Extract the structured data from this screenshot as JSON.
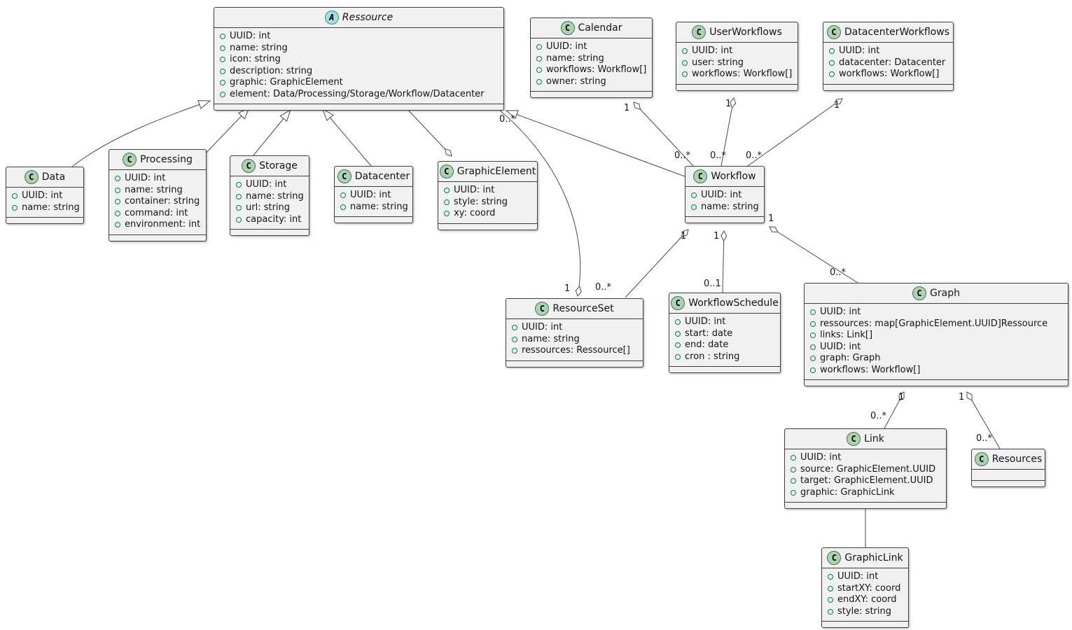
{
  "diagram": {
    "title": "UML class diagram",
    "icons": {
      "class_letter": "C",
      "abstract_letter": "A"
    },
    "colors": {
      "box_fill": "#F1F1F1",
      "class_icon_fill": "#ADD1B2",
      "abstract_icon_fill": "#A9DCDF",
      "field_bullet": "#038048",
      "line": "#4a4a4a"
    },
    "classes": [
      {
        "id": "ressource",
        "name": "Ressource",
        "kind": "abstract",
        "attributes": [
          "UUID: int",
          "name: string",
          "icon: string",
          "description: string",
          "graphic: GraphicElement",
          "element: Data/Processing/Storage/Workflow/Datacenter"
        ]
      },
      {
        "id": "data",
        "name": "Data",
        "kind": "class",
        "attributes": [
          "UUID: int",
          "name: string"
        ]
      },
      {
        "id": "processing",
        "name": "Processing",
        "kind": "class",
        "attributes": [
          "UUID: int",
          "name: string",
          "container: string",
          "command: int",
          "environment: int"
        ]
      },
      {
        "id": "storage",
        "name": "Storage",
        "kind": "class",
        "attributes": [
          "UUID: int",
          "name: string",
          "url: string",
          "capacity: int"
        ]
      },
      {
        "id": "datacenter",
        "name": "Datacenter",
        "kind": "class",
        "attributes": [
          "UUID: int",
          "name: string"
        ]
      },
      {
        "id": "graphicelement",
        "name": "GraphicElement",
        "kind": "class",
        "attributes": [
          "UUID: int",
          "style: string",
          "xy: coord"
        ]
      },
      {
        "id": "calendar",
        "name": "Calendar",
        "kind": "class",
        "attributes": [
          "UUID: int",
          "name: string",
          "workflows: Workflow[]",
          "owner: string"
        ]
      },
      {
        "id": "userworkflows",
        "name": "UserWorkflows",
        "kind": "class",
        "attributes": [
          "UUID: int",
          "user: string",
          "workflows: Workflow[]"
        ]
      },
      {
        "id": "datacenterworkflows",
        "name": "DatacenterWorkflows",
        "kind": "class",
        "attributes": [
          "UUID: int",
          "datacenter: Datacenter",
          "workflows: Workflow[]"
        ]
      },
      {
        "id": "workflow",
        "name": "Workflow",
        "kind": "class",
        "attributes": [
          "UUID: int",
          "name: string"
        ]
      },
      {
        "id": "resourceset",
        "name": "ResourceSet",
        "kind": "class",
        "attributes": [
          "UUID: int",
          "name: string",
          "ressources: Ressource[]"
        ]
      },
      {
        "id": "workflowschedule",
        "name": "WorkflowSchedule",
        "kind": "class",
        "attributes": [
          "UUID: int",
          "start: date",
          "end: date",
          "cron : string"
        ]
      },
      {
        "id": "graph",
        "name": "Graph",
        "kind": "class",
        "attributes": [
          "UUID: int",
          "ressources: map[GraphicElement.UUID]Ressource",
          "links: Link[]",
          "UUID: int",
          "graph: Graph",
          "workflows: Workflow[]"
        ]
      },
      {
        "id": "link",
        "name": "Link",
        "kind": "class",
        "attributes": [
          "UUID: int",
          "source: GraphicElement.UUID",
          "target: GraphicElement.UUID",
          "graphic: GraphicLink"
        ]
      },
      {
        "id": "resources",
        "name": "Resources",
        "kind": "class",
        "attributes": []
      },
      {
        "id": "graphiclink",
        "name": "GraphicLink",
        "kind": "class",
        "attributes": [
          "UUID: int",
          "startXY: coord",
          "endXY: coord",
          "style: string"
        ]
      }
    ],
    "edge_labels": {
      "ressource_resourceset": {
        "source": "0..*",
        "target": "1"
      },
      "calendar_workflow": {
        "source": "1",
        "target": "0..*"
      },
      "userworkflows_workflow": {
        "source": "1",
        "target": "0..*"
      },
      "datacenterworkflows_workflow": {
        "source": "1",
        "target": "0..*"
      },
      "workflow_resourceset": {
        "source": "1",
        "target": "0..*"
      },
      "workflow_workflowschedule": {
        "source": "1",
        "target": "0..1"
      },
      "workflow_graph": {
        "source": "1",
        "target": "0..*"
      },
      "graph_link": {
        "source": "1",
        "target": "0..*"
      },
      "graph_resources": {
        "source": "1",
        "target": "0..*"
      }
    }
  }
}
